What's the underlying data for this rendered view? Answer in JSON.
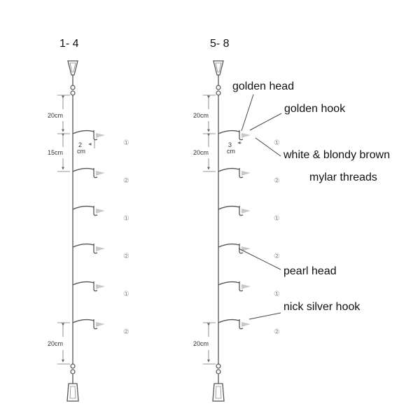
{
  "titles": {
    "left": "1- 4",
    "right": "5- 8"
  },
  "dims": {
    "left_top": "20cm",
    "left_mid": "15cm",
    "left_dropper_num": "2",
    "left_dropper_unit": "cm",
    "left_bottom": "20cm",
    "right_top": "20cm",
    "right_mid": "20cm",
    "right_dropper_num": "3",
    "right_dropper_unit": "cm",
    "right_bottom": "20cm"
  },
  "markers": {
    "left": [
      "①",
      "②",
      "①",
      "②",
      "①",
      "②"
    ],
    "right": [
      "①",
      "②",
      "①",
      "②",
      "①",
      "②"
    ]
  },
  "callouts": {
    "golden_head": "golden head",
    "golden_hook": "golden hook",
    "mylar_line1": "white & blondy brown",
    "mylar_line2": "mylar threads",
    "pearl_head": "pearl head",
    "nick_silver_hook": "nick silver hook"
  },
  "colors": {
    "line": "#555555",
    "lure": "#c8c8c8"
  }
}
